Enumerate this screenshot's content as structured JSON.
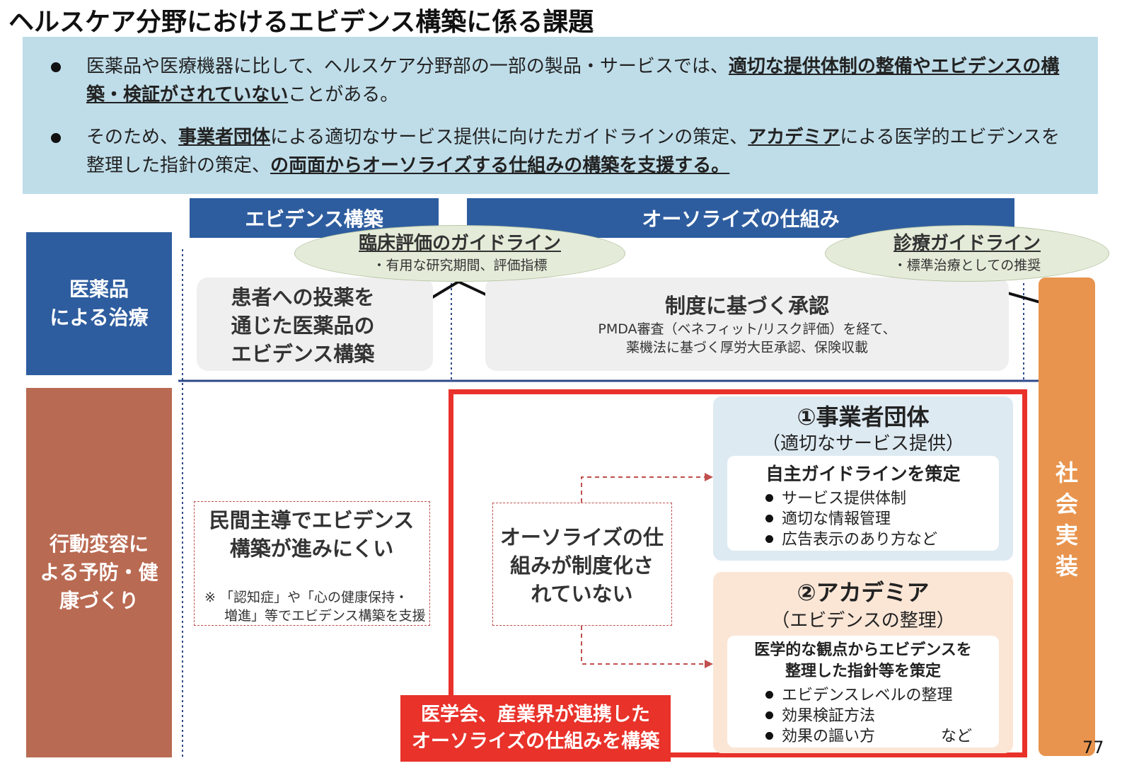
{
  "title": "ヘルスケア分野におけるエビデンス構築に係る課題",
  "summary": {
    "bullet1": {
      "text_a": "医薬品や医療機器に比して、ヘルスケア分野部の一部の製品・サービスでは、",
      "bold_a": "適切な提供体制の整備やエビデンスの構築・検証がされていない",
      "text_b": "ことがある。"
    },
    "bullet2": {
      "text_a": "そのため、",
      "bold_a": "事業者団体",
      "text_b": "による適切なサービス提供に向けたガイドラインの策定、",
      "bold_b": "アカデミア",
      "text_c": "による医学的エビデンスを整理した指針の策定、",
      "bold_c": "の両面からオーソライズする仕組みの構築を支援する。"
    }
  },
  "headers": {
    "evidence": "エビデンス構築",
    "authorize": "オーソライズの仕組み"
  },
  "rows": {
    "pharma": [
      "医薬品",
      "による治療"
    ],
    "behavior": [
      "行動変容に",
      "よる予防・健",
      "康づくり"
    ]
  },
  "ellipses": {
    "clinical": {
      "title": "臨床評価のガイドライン",
      "sub": "・有用な研究期間、評価指標"
    },
    "medical": {
      "title": "診療ガイドライン",
      "sub": "・標準治療としての推奨"
    }
  },
  "pharma_boxes": {
    "left": [
      "患者への投薬を",
      "通じた医薬品の",
      "エビデンス構築"
    ],
    "right_title": "制度に基づく承認",
    "right_sub": [
      "PMDA審査（ベネフィット/リスク評価）を経て、",
      "薬機法に基づく厚労大臣承認、保険収載"
    ]
  },
  "behavior_boxes": {
    "private_title": [
      "民間主導でエビデンス",
      "構築が進みにくい"
    ],
    "private_note": [
      "※ 「認知症」や「心の健康保持・",
      "増進」等でエビデンス構築を支援"
    ],
    "not_institutionalized": [
      "オーソライズの仕",
      "組みが制度化さ",
      "れていない"
    ]
  },
  "org1": {
    "title": "①事業者団体",
    "sub": "（適切なサービス提供）",
    "inner_title": "自主ガイドラインを策定",
    "items": [
      "サービス提供体制",
      "適切な情報管理",
      "広告表示のあり方など"
    ]
  },
  "org2": {
    "title": "②アカデミア",
    "sub": "（エビデンスの整理）",
    "inner_title": [
      "医学的な観点からエビデンスを",
      "整理した指針等を策定"
    ],
    "items": [
      "エビデンスレベルの整理",
      "効果検証方法",
      "効果の謳い方"
    ],
    "etc": "など"
  },
  "red_label": [
    "医学会、産業界が連携した",
    "オーソライズの仕組みを構築"
  ],
  "social": [
    "社",
    "会",
    "実",
    "装"
  ],
  "page_number": "77",
  "colors": {
    "summary_bg": "#bfdde9",
    "header_blue": "#2e5d9f",
    "behavior_row": "#b96a52",
    "social_orange": "#e8944e",
    "red_frame": "#e8322a"
  }
}
